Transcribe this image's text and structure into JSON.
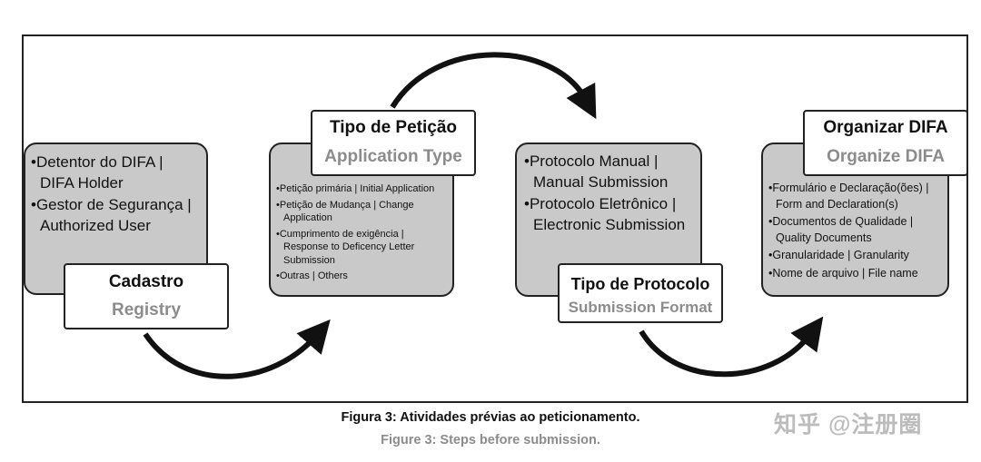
{
  "steps": [
    {
      "title": "Cadastro",
      "subtitle": "Registry",
      "items": [
        "Detentor do DIFA | DIFA Holder",
        "Gestor de Segurança | Authorized User"
      ]
    },
    {
      "title": "Tipo de Petição",
      "subtitle": "Application Type",
      "items": [
        "Petição primária | Initial Application",
        "Petição de Mudança | Change Application",
        "Cumprimento de exigência | Response to Deficency Letter Submission",
        "Outras | Others"
      ]
    },
    {
      "title": "Tipo de Protocolo",
      "subtitle": "Submission Format",
      "items": [
        "Protocolo Manual | Manual Submission",
        "Protocolo Eletrônico | Electronic Submission"
      ]
    },
    {
      "title": "Organizar DIFA",
      "subtitle": "Organize DIFA",
      "items": [
        "Formulário e Declaração(ões) | Form and Declaration(s)",
        "Documentos de Qualidade | Quality Documents",
        "Granularidade | Granularity",
        "Nome de arquivo | File name"
      ]
    }
  ],
  "caption": {
    "pt": "Figura 3: Atividades prévias ao peticionamento.",
    "en": "Figure 3: Steps before submission."
  },
  "watermark": "知乎 @注册圈",
  "colors": {
    "box_fill": "#c9c9c9",
    "subtitle_gray": "#8c8c8c",
    "border": "#222222"
  }
}
